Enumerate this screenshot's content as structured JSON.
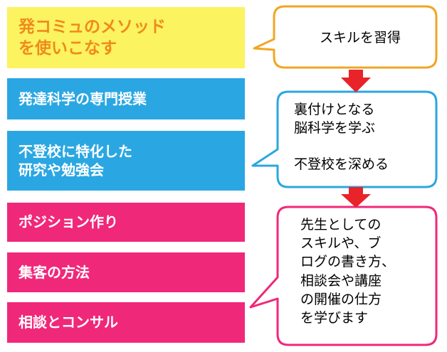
{
  "left_boxes": {
    "b1": "発コミュのメソッド\nを使いこなす",
    "b2": "発達科学の専門授業",
    "b3": "不登校に特化した\n研究や勉強会",
    "b4": "ポジション作り",
    "b5": "集客の方法",
    "b6": "相談とコンサル"
  },
  "bubbles": {
    "skill": "スキルを習得",
    "neuro": "裏付けとなる\n脳科学を学ぶ",
    "futoko": "不登校を深める",
    "teacher": "先生としての\nスキルや、ブ\nログの書き方、\n相談会や講座\nの開催の仕方\nを学びます"
  },
  "colors": {
    "yellow_box": "#fbf35f",
    "orange_text": "#f08a1d",
    "blue_box": "#2aa7e2",
    "pink_box": "#f0287a",
    "arrow_red": "#e8232a"
  }
}
